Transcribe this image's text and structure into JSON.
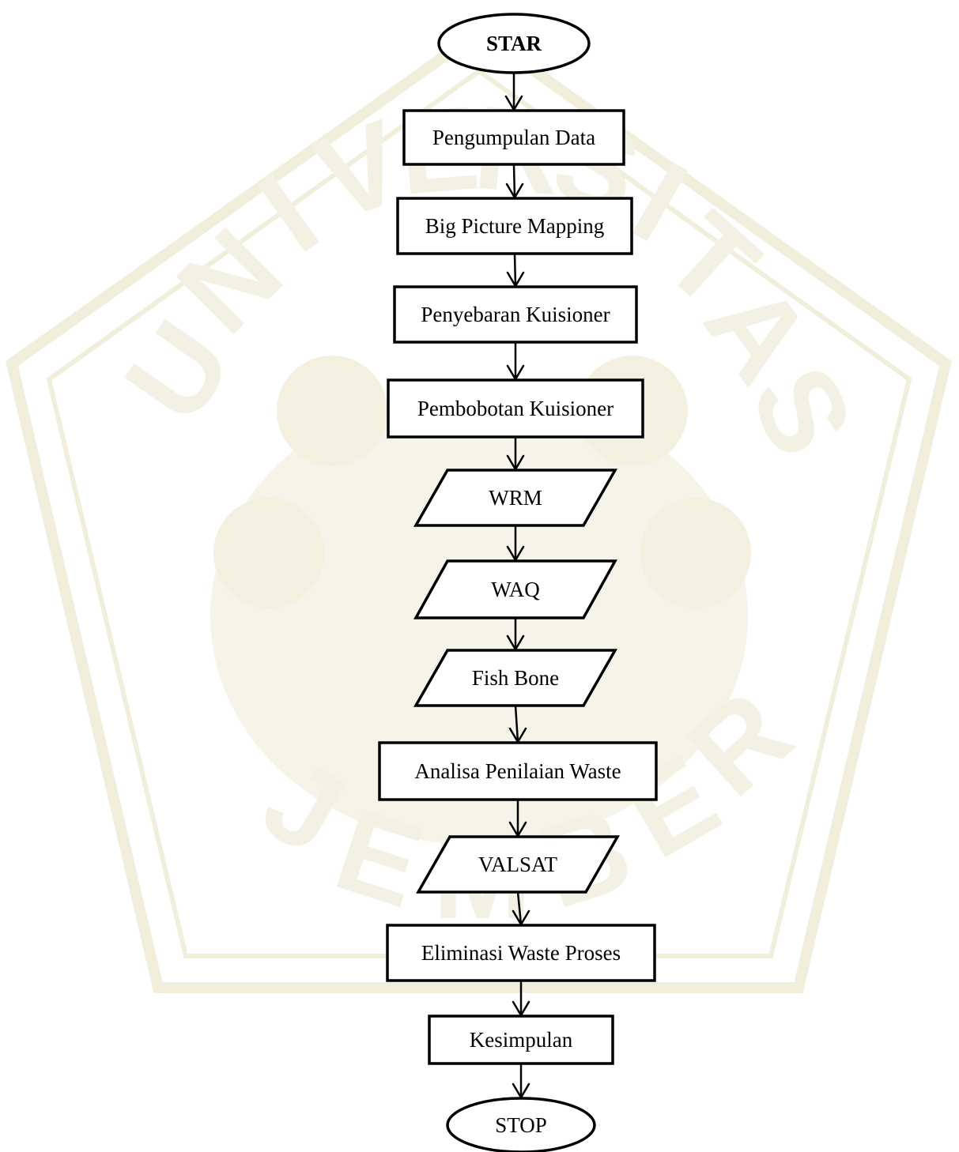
{
  "watermark": {
    "letters": [
      "U",
      "N",
      "I",
      "V",
      "E",
      "R",
      "S",
      "I",
      "T",
      "A",
      "S",
      "J",
      "E",
      "M",
      "B",
      "E",
      "R"
    ],
    "color": "#f1eedc"
  },
  "flowchart": {
    "nodes": [
      {
        "id": "start",
        "shape": "terminal",
        "label": "STAR",
        "bold": true
      },
      {
        "id": "pengumpulan-data",
        "shape": "process",
        "label": "Pengumpulan Data"
      },
      {
        "id": "big-picture-mapping",
        "shape": "process",
        "label": "Big Picture Mapping"
      },
      {
        "id": "penyebaran-kuisioner",
        "shape": "process",
        "label": "Penyebaran Kuisioner"
      },
      {
        "id": "pembobotan-kuisioner",
        "shape": "process",
        "label": "Pembobotan Kuisioner"
      },
      {
        "id": "wrm",
        "shape": "data",
        "label": "WRM"
      },
      {
        "id": "waq",
        "shape": "data",
        "label": "WAQ"
      },
      {
        "id": "fish-bone",
        "shape": "data",
        "label": "Fish Bone"
      },
      {
        "id": "analisa-penilaian-waste",
        "shape": "process",
        "label": "Analisa Penilaian Waste"
      },
      {
        "id": "valsat",
        "shape": "data",
        "label": "VALSAT"
      },
      {
        "id": "eliminasi-waste-proses",
        "shape": "process",
        "label": "Eliminasi Waste Proses"
      },
      {
        "id": "kesimpulan",
        "shape": "process",
        "label": "Kesimpulan"
      },
      {
        "id": "stop",
        "shape": "terminal",
        "label": "STOP"
      }
    ],
    "edges": [
      [
        "start",
        "pengumpulan-data"
      ],
      [
        "pengumpulan-data",
        "big-picture-mapping"
      ],
      [
        "big-picture-mapping",
        "penyebaran-kuisioner"
      ],
      [
        "penyebaran-kuisioner",
        "pembobotan-kuisioner"
      ],
      [
        "pembobotan-kuisioner",
        "wrm"
      ],
      [
        "wrm",
        "waq"
      ],
      [
        "waq",
        "fish-bone"
      ],
      [
        "fish-bone",
        "analisa-penilaian-waste"
      ],
      [
        "analisa-penilaian-waste",
        "valsat"
      ],
      [
        "valsat",
        "eliminasi-waste-proses"
      ],
      [
        "eliminasi-waste-proses",
        "kesimpulan"
      ],
      [
        "kesimpulan",
        "stop"
      ]
    ],
    "colors": {
      "stroke": "#000000",
      "fill": "#ffffff",
      "text": "#000000"
    }
  }
}
